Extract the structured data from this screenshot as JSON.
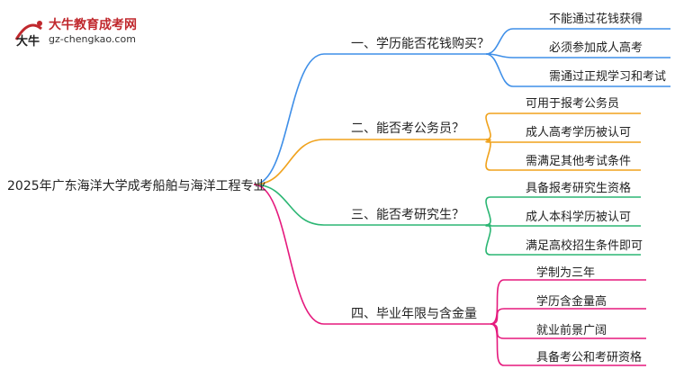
{
  "logo": {
    "name": "大牛教育成考网",
    "url": "gz-chengkao.com",
    "mark_text": "大牛"
  },
  "root": "2025年广东海洋大学成考船舶与海洋工程专业",
  "branches": [
    {
      "label": "一、学历能否花钱购买？",
      "color": "#3f8fe8",
      "leaves": [
        "不能通过花钱获得",
        "必须参加成人高考",
        "需通过正规学习和考试"
      ]
    },
    {
      "label": "二、能否考公务员？",
      "color": "#f0a21c",
      "leaves": [
        "可用于报考公务员",
        "成人高考学历被认可",
        "需满足其他考试条件"
      ]
    },
    {
      "label": "三、能否考研究生？",
      "color": "#2bb673",
      "leaves": [
        "具备报考研究生资格",
        "成人本科学历被认可",
        "满足高校招生条件即可"
      ]
    },
    {
      "label": "四、毕业年限与含金量",
      "color": "#e5197d",
      "leaves": [
        "学制为三年",
        "学历含金量高",
        "就业前景广阔",
        "具备考公和考研资格"
      ]
    }
  ]
}
